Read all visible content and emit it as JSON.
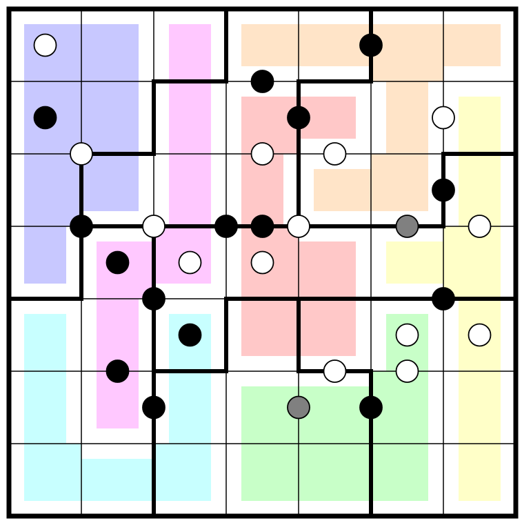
{
  "puzzle": {
    "rows": 7,
    "cols": 7,
    "colors": {
      "background": "#ffffff",
      "thin_line": "#000000",
      "thick_line": "#000000",
      "black_circle": "#000000",
      "white_circle": "#ffffff",
      "gray_circle": "#808080"
    },
    "regions": [
      {
        "name": "region-blue",
        "color": "#c8c8ff",
        "cells": [
          [
            0,
            0
          ],
          [
            0,
            1
          ],
          [
            1,
            0
          ],
          [
            1,
            1
          ],
          [
            2,
            0
          ],
          [
            2,
            1
          ],
          [
            3,
            0
          ]
        ]
      },
      {
        "name": "region-pink",
        "color": "#ffc8ff",
        "cells": [
          [
            0,
            2
          ],
          [
            1,
            2
          ],
          [
            2,
            2
          ],
          [
            3,
            1
          ],
          [
            3,
            2
          ],
          [
            4,
            1
          ],
          [
            5,
            1
          ]
        ]
      },
      {
        "name": "region-orange",
        "color": "#ffe4c8",
        "cells": [
          [
            0,
            3
          ],
          [
            0,
            4
          ],
          [
            0,
            5
          ],
          [
            0,
            6
          ],
          [
            1,
            5
          ],
          [
            2,
            4
          ],
          [
            2,
            5
          ]
        ]
      },
      {
        "name": "region-red",
        "color": "#ffc8c8",
        "cells": [
          [
            1,
            3
          ],
          [
            1,
            4
          ],
          [
            2,
            3
          ],
          [
            3,
            3
          ],
          [
            3,
            4
          ],
          [
            4,
            3
          ],
          [
            4,
            4
          ]
        ]
      },
      {
        "name": "region-yellow",
        "color": "#ffffc8",
        "cells": [
          [
            1,
            6
          ],
          [
            2,
            6
          ],
          [
            3,
            5
          ],
          [
            3,
            6
          ],
          [
            4,
            6
          ],
          [
            5,
            6
          ],
          [
            6,
            6
          ]
        ]
      },
      {
        "name": "region-cyan",
        "color": "#c8ffff",
        "cells": [
          [
            4,
            0
          ],
          [
            5,
            0
          ],
          [
            6,
            0
          ],
          [
            6,
            1
          ],
          [
            4,
            2
          ],
          [
            5,
            2
          ],
          [
            6,
            2
          ]
        ]
      },
      {
        "name": "region-green",
        "color": "#c8ffc8",
        "cells": [
          [
            4,
            5
          ],
          [
            5,
            3
          ],
          [
            5,
            4
          ],
          [
            5,
            5
          ],
          [
            6,
            3
          ],
          [
            6,
            4
          ],
          [
            6,
            5
          ]
        ]
      }
    ],
    "circles": [
      {
        "r": 0.5,
        "c": 0.5,
        "type": "white"
      },
      {
        "r": 1.5,
        "c": 0.5,
        "type": "black"
      },
      {
        "r": 2.0,
        "c": 1.0,
        "type": "white"
      },
      {
        "r": 3.0,
        "c": 1.0,
        "type": "black"
      },
      {
        "r": 0.5,
        "c": 5.0,
        "type": "black"
      },
      {
        "r": 1.0,
        "c": 3.5,
        "type": "black"
      },
      {
        "r": 1.5,
        "c": 4.0,
        "type": "black"
      },
      {
        "r": 1.5,
        "c": 6.0,
        "type": "white"
      },
      {
        "r": 2.0,
        "c": 3.5,
        "type": "white"
      },
      {
        "r": 2.0,
        "c": 4.5,
        "type": "white"
      },
      {
        "r": 2.5,
        "c": 6.0,
        "type": "black"
      },
      {
        "r": 3.0,
        "c": 2.0,
        "type": "white"
      },
      {
        "r": 3.0,
        "c": 3.0,
        "type": "black"
      },
      {
        "r": 3.0,
        "c": 4.0,
        "type": "white"
      },
      {
        "r": 3.0,
        "c": 5.5,
        "type": "gray"
      },
      {
        "r": 3.0,
        "c": 6.5,
        "type": "white"
      },
      {
        "r": 3.0,
        "c": 3.5,
        "type": "black"
      },
      {
        "r": 3.5,
        "c": 1.5,
        "type": "black"
      },
      {
        "r": 3.5,
        "c": 2.5,
        "type": "white"
      },
      {
        "r": 3.5,
        "c": 3.5,
        "type": "white"
      },
      {
        "r": 4.0,
        "c": 2.0,
        "type": "black"
      },
      {
        "r": 4.5,
        "c": 2.5,
        "type": "black"
      },
      {
        "r": 4.0,
        "c": 6.0,
        "type": "black"
      },
      {
        "r": 4.5,
        "c": 5.5,
        "type": "white"
      },
      {
        "r": 4.5,
        "c": 6.5,
        "type": "white"
      },
      {
        "r": 5.0,
        "c": 1.5,
        "type": "black"
      },
      {
        "r": 5.0,
        "c": 4.5,
        "type": "white"
      },
      {
        "r": 5.0,
        "c": 5.5,
        "type": "white"
      },
      {
        "r": 5.5,
        "c": 2.0,
        "type": "black"
      },
      {
        "r": 5.5,
        "c": 4.0,
        "type": "gray"
      },
      {
        "r": 5.5,
        "c": 5.0,
        "type": "black"
      }
    ],
    "thick_paths": [
      [
        [
          0,
          3
        ],
        [
          1,
          3
        ],
        [
          1,
          2
        ],
        [
          2,
          2
        ],
        [
          2,
          1
        ],
        [
          3,
          1
        ],
        [
          4,
          1
        ],
        [
          4,
          0
        ]
      ],
      [
        [
          0,
          5
        ],
        [
          1,
          5
        ],
        [
          1,
          4
        ],
        [
          3,
          4
        ],
        [
          3,
          6
        ],
        [
          2,
          6
        ],
        [
          2,
          7
        ]
      ],
      [
        [
          3,
          1
        ],
        [
          3,
          4
        ]
      ],
      [
        [
          3,
          2
        ],
        [
          7,
          2
        ]
      ],
      [
        [
          4,
          2
        ],
        [
          5,
          2
        ],
        [
          5,
          3
        ],
        [
          4,
          3
        ],
        [
          4,
          7
        ]
      ],
      [
        [
          4,
          4
        ],
        [
          5,
          4
        ],
        [
          5,
          5
        ],
        [
          7,
          5
        ]
      ]
    ]
  }
}
